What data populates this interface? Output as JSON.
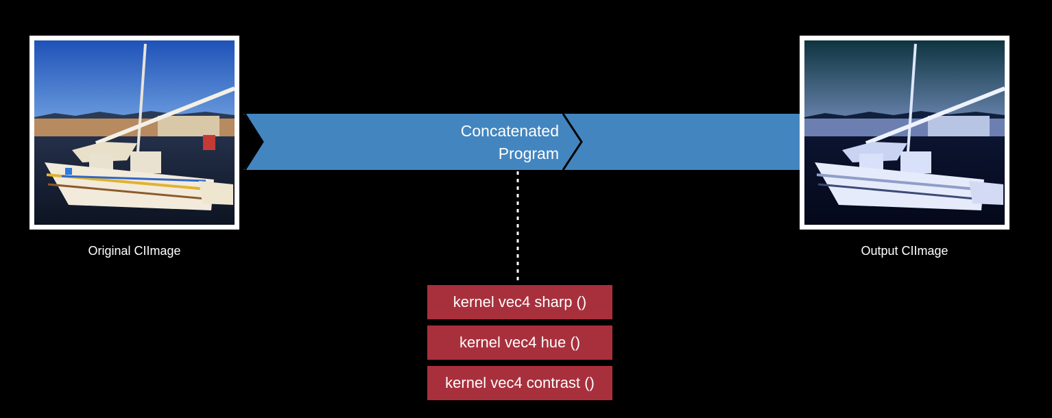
{
  "program": {
    "line1": "Concatenated",
    "line2": "Program"
  },
  "input_image": {
    "caption": "Original CIImage"
  },
  "output_image": {
    "caption": "Output CIImage"
  },
  "kernels": [
    {
      "label": "kernel vec4 sharp ()"
    },
    {
      "label": "kernel vec4 hue ()"
    },
    {
      "label": "kernel vec4 contrast ()"
    }
  ],
  "colors": {
    "arrow": "#4385bf",
    "kernel": "#a8303c",
    "background": "#000000"
  }
}
